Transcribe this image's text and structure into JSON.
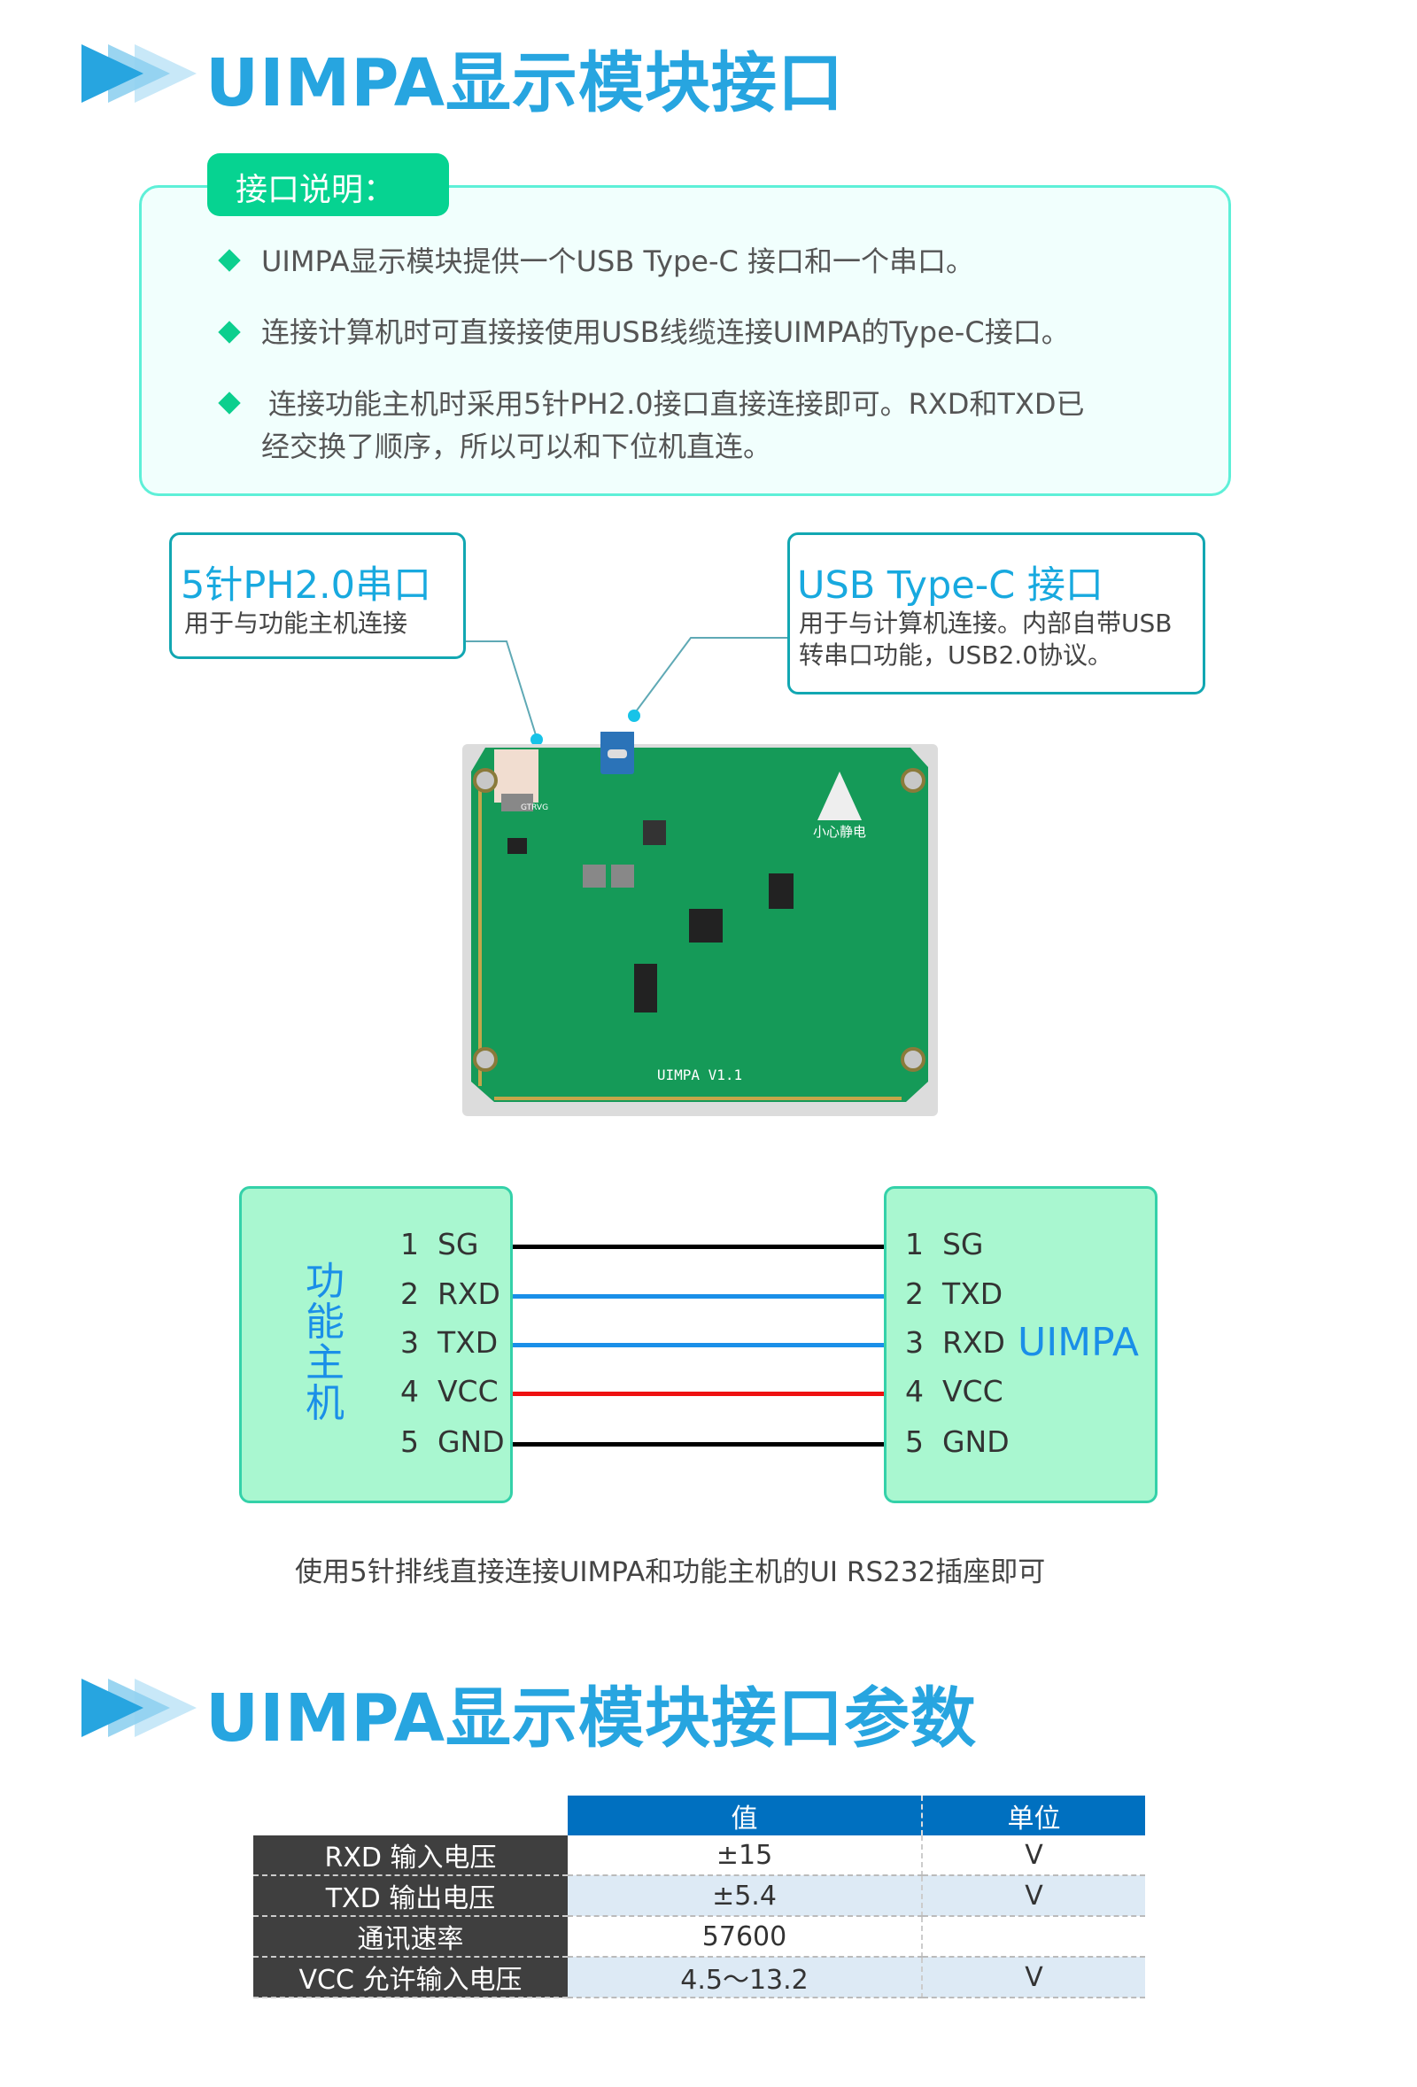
{
  "section1": {
    "title": "UIMPA显示模块接口"
  },
  "info": {
    "tab_label": "接口说明：",
    "bullets": [
      "UIMPA显示模块提供一个USB Type-C 接口和一个串口。",
      "连接计算机时可直接接使用USB线缆连接UIMPA的Type-C接口。",
      "连接功能主机时采用5针PH2.0接口直接连接即可。RXD和TXD已",
      "经交换了顺序，所以可以和下位机直连。"
    ]
  },
  "callouts": {
    "serial": {
      "title": "5针PH2.0串口",
      "desc": "用于与功能主机连接"
    },
    "usb": {
      "title": "USB Type-C 接口",
      "desc_line1": "用于与计算机连接。内部自带USB",
      "desc_line2": "转串口功能，USB2.0协议。"
    }
  },
  "board": {
    "silkscreen": "UIMPA V1.1",
    "esd_label": "小心静电",
    "pin_marks": "GTRVG"
  },
  "wiring": {
    "left_label": "功能主机",
    "right_label": "UIMPA",
    "left_pins": [
      {
        "n": "1",
        "name": "SG"
      },
      {
        "n": "2",
        "name": "RXD"
      },
      {
        "n": "3",
        "name": "TXD"
      },
      {
        "n": "4",
        "name": "VCC"
      },
      {
        "n": "5",
        "name": "GND"
      }
    ],
    "right_pins": [
      {
        "n": "1",
        "name": "SG"
      },
      {
        "n": "2",
        "name": "TXD"
      },
      {
        "n": "3",
        "name": "RXD"
      },
      {
        "n": "4",
        "name": "VCC"
      },
      {
        "n": "5",
        "name": "GND"
      }
    ],
    "wire_colors": [
      "#000000",
      "#1a8fe8",
      "#1a8fe8",
      "#ee1111",
      "#000000"
    ],
    "caption": "使用5针排线直接连接UIMPA和功能主机的UI RS232插座即可"
  },
  "section2": {
    "title": "UIMPA显示模块接口参数"
  },
  "params": {
    "headers": [
      "值",
      "单位"
    ],
    "rows": [
      {
        "name": "RXD 输入电压",
        "value": "±15",
        "unit": "V"
      },
      {
        "name": "TXD 输出电压",
        "value": "±5.4",
        "unit": "V"
      },
      {
        "name": "通讯速率",
        "value": "57600",
        "unit": ""
      },
      {
        "name": "VCC 允许输入电压",
        "value": "4.5～13.2",
        "unit": "V"
      }
    ]
  }
}
